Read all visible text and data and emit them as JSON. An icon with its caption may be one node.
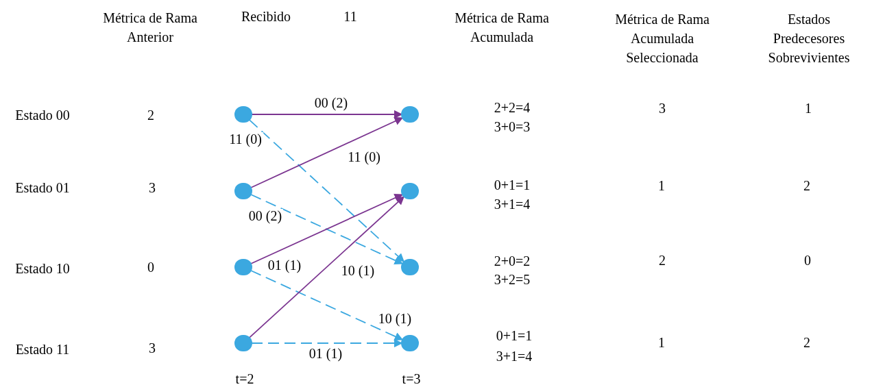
{
  "diagram": {
    "nodes": [
      {
        "text": [],
        "shape": "circle"
      },
      {
        "text": [],
        "shape": "circle"
      },
      {
        "text": [],
        "shape": "circle"
      },
      {
        "text": [],
        "shape": "circle"
      },
      {
        "text": [],
        "shape": "circle"
      },
      {
        "text": [],
        "shape": "circle"
      },
      {
        "text": [],
        "shape": "circle"
      },
      {
        "text": [],
        "shape": "circle"
      }
    ],
    "edges": [
      {
        "from": 0,
        "to": 4,
        "arrow": "to",
        "label": "00 (2)"
      },
      {
        "from": 0,
        "to": 6,
        "arrow": "to",
        "label": "11 (0)",
        "style": "dashed",
        "color": "#3ba8e0"
      },
      {
        "from": 1,
        "to": 4,
        "arrow": "to",
        "label": "11 (0)"
      },
      {
        "from": 1,
        "to": 6,
        "arrow": "to",
        "label": "00 (2)",
        "style": "dashed",
        "color": "#3ba8e0"
      },
      {
        "from": 2,
        "to": 5,
        "arrow": "to",
        "label": "01 (1)"
      },
      {
        "from": 2,
        "to": 7,
        "arrow": "to",
        "label": "10 (1)",
        "style": "dashed",
        "color": "#3ba8e0"
      },
      {
        "from": 3,
        "to": 5,
        "arrow": "to",
        "label": "10 (1)"
      },
      {
        "from": 3,
        "to": 7,
        "arrow": "to",
        "label": "01 (1)",
        "style": "dashed",
        "color": "#3ba8e0"
      }
    ],
    "labels": [
      "Métrica de Rama Anterior",
      "Recibido",
      "11",
      "Métrica de Rama Acumulada",
      "Métrica de Rama Acumulada Seleccionada",
      "Estados Predecesores Sobrevivientes",
      "Estado 00",
      "2",
      "2+2=4",
      "3+0=3",
      "3",
      "1",
      "Estado 01",
      "3",
      "0+1=1",
      "3+1=4",
      "1",
      "2",
      "Estado 10",
      "0",
      "2+0=2",
      "3+2=5",
      "2",
      "0",
      "Estado 11",
      "3",
      "0+1=1",
      "3+1=4",
      "1",
      "2",
      "t=2",
      "t=3"
    ]
  }
}
